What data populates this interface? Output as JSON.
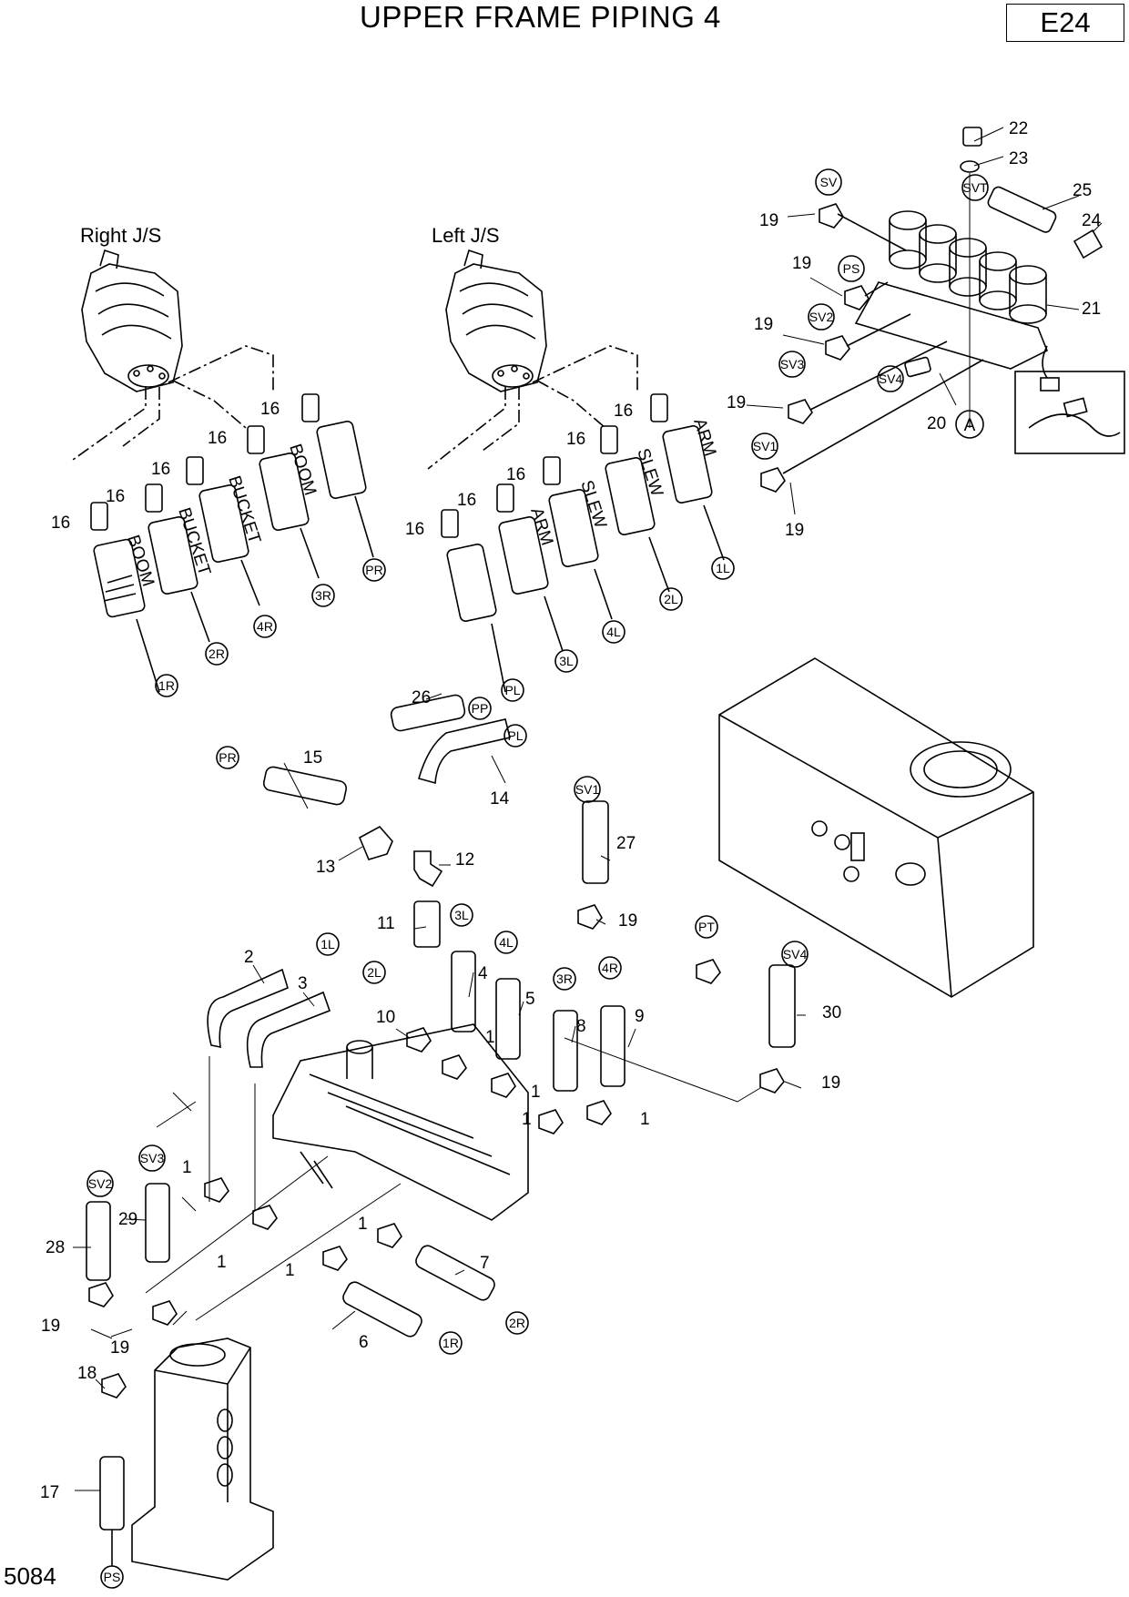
{
  "header": {
    "title": "UPPER FRAME PIPING 4",
    "page": "E24"
  },
  "drawing_number": "5084",
  "groups": {
    "right_js": "Right J/S",
    "left_js": "Left J/S"
  },
  "hose_labels": {
    "boom": "BOOM",
    "bucket": "BUCKET",
    "arm": "ARM",
    "slew": "SLEW"
  },
  "port_tags": {
    "r1": "1R",
    "r2": "2R",
    "r3": "3R",
    "r4": "4R",
    "l1": "1L",
    "l2": "2L",
    "l3": "3L",
    "l4": "4L",
    "pr": "PR",
    "pl": "PL",
    "pp": "PP",
    "ps": "PS",
    "pt": "PT",
    "sv": "SV",
    "sv1": "SV1",
    "sv2": "SV2",
    "sv3": "SV3",
    "sv4": "SV4",
    "svt": "SVT",
    "a": "A"
  },
  "callouts": {
    "n1": "1",
    "n2": "2",
    "n3": "3",
    "n4": "4",
    "n5": "5",
    "n6": "6",
    "n7": "7",
    "n8": "8",
    "n9": "9",
    "n10": "10",
    "n11": "11",
    "n12": "12",
    "n13": "13",
    "n14": "14",
    "n15": "15",
    "n16": "16",
    "n17": "17",
    "n18": "18",
    "n19": "19",
    "n20": "20",
    "n21": "21",
    "n22": "22",
    "n23": "23",
    "n24": "24",
    "n25": "25",
    "n26": "26",
    "n27": "27",
    "n28": "28",
    "n29": "29",
    "n30": "30"
  },
  "colors": {
    "line": "#000000",
    "background": "#ffffff"
  }
}
